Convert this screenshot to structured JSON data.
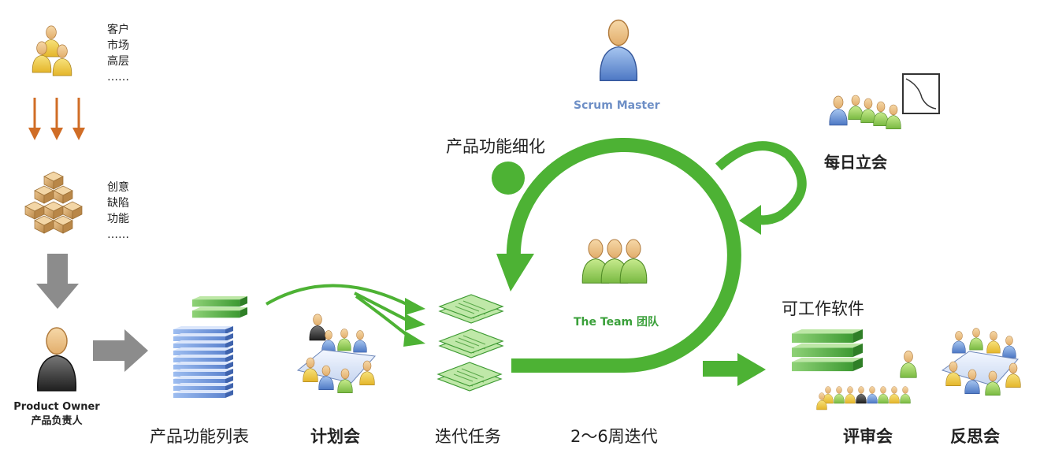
{
  "stakeholders": {
    "lines": [
      "客户",
      "市场",
      "高层",
      "……"
    ]
  },
  "backlog_items": {
    "lines": [
      "创意",
      "缺陷",
      "功能",
      "……"
    ]
  },
  "product_owner": {
    "name": "Product Owner",
    "role": "产品负责人"
  },
  "scrum_master": {
    "label": "Scrum Master"
  },
  "refinement": {
    "label": "产品功能细化"
  },
  "team": {
    "label": "The Team 团队"
  },
  "daily_standup": {
    "label": "每日立会"
  },
  "working_software": {
    "label": "可工作软件"
  },
  "bottom_labels": {
    "product_backlog": "产品功能列表",
    "planning": "计划会",
    "sprint_tasks": "迭代任务",
    "iteration": "2～6周迭代",
    "review": "评审会",
    "retrospective": "反思会"
  },
  "colors": {
    "green": "#4db234",
    "orange": "#d06d26",
    "gray_arrow": "#8c8c8c",
    "scrum_master_text": "#6e8fc6",
    "team_text": "#3aa03a"
  }
}
